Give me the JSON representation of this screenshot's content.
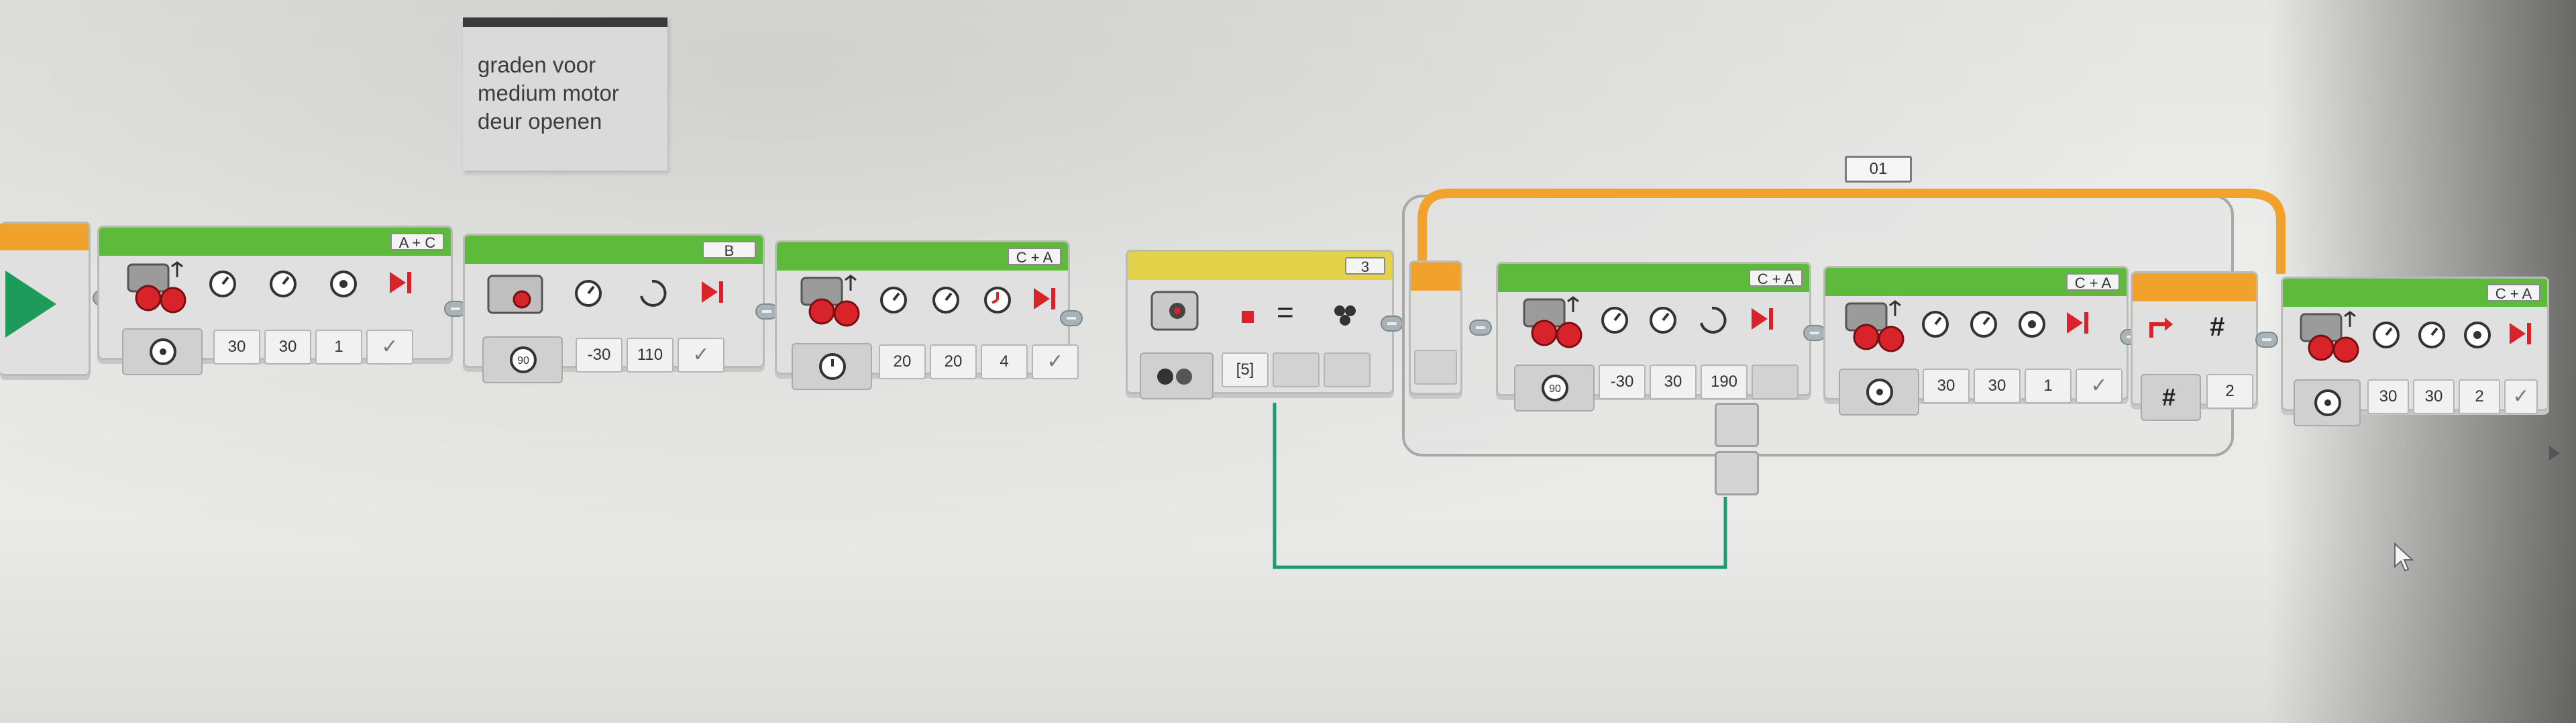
{
  "comment": {
    "lines": [
      "graden voor",
      "medium motor",
      "deur openen"
    ]
  },
  "loop": {
    "label": "01"
  },
  "blocks": {
    "b1": {
      "port": "A + C",
      "values": [
        "30",
        "30",
        "1"
      ]
    },
    "b2": {
      "port": "B",
      "values": [
        "-30",
        "110"
      ]
    },
    "b3": {
      "port": "C + A",
      "values": [
        "20",
        "20",
        "4"
      ]
    },
    "b4": {
      "port": "3",
      "values": [
        "[5]"
      ],
      "compare": "="
    },
    "b5": {
      "port": "C + A",
      "values": [
        "-30",
        "30",
        "190"
      ]
    },
    "b6": {
      "port": "C + A",
      "values": [
        "30",
        "30",
        "1"
      ]
    },
    "b7": {
      "hash": "#",
      "values": [
        "2"
      ]
    },
    "b8": {
      "port": "C + A",
      "values": [
        "30",
        "30",
        "2"
      ]
    }
  },
  "colors": {
    "green": "#5dba3a",
    "orange": "#f0a22d",
    "yellow": "#e3d24a",
    "wire": "#1f9b74",
    "motor_red": "#d8232a"
  },
  "icons": [
    "start-play-icon",
    "large-motor-icon",
    "medium-motor-icon",
    "color-sensor-icon",
    "loop-return-icon",
    "speed-icon",
    "rotation-icon",
    "brake-icon",
    "mouse-cursor-icon"
  ]
}
